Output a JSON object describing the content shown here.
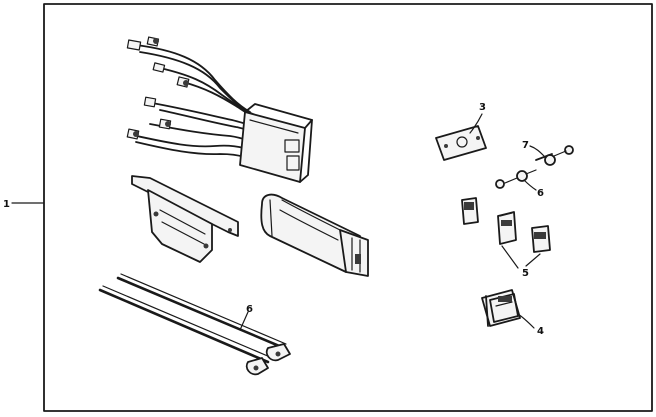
{
  "callouts": {
    "c1": "1",
    "c3": "3",
    "c4": "4",
    "c5": "5",
    "c6a": "6",
    "c6b": "6",
    "c7": "7"
  },
  "colors": {
    "ink": "#1a1a1a",
    "background": "#ffffff"
  }
}
